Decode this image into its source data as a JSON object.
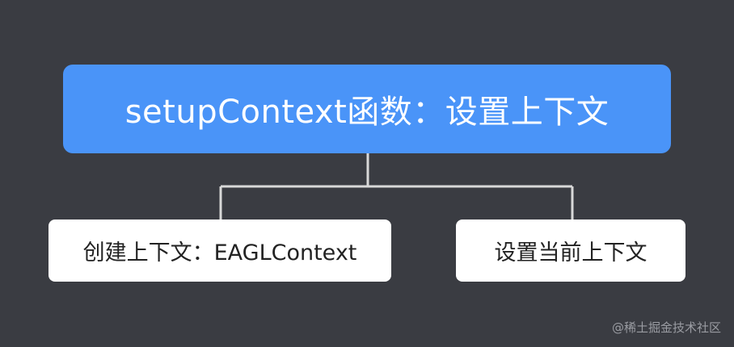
{
  "diagram": {
    "root": {
      "label": "setupContext函数：设置上下文"
    },
    "children": [
      {
        "label": "创建上下文：EAGLContext"
      },
      {
        "label": "设置当前上下文"
      }
    ]
  },
  "watermark": {
    "text": "@稀土掘金技术社区"
  },
  "colors": {
    "background": "#3a3c42",
    "root_fill": "#4a94f8",
    "child_fill": "#ffffff",
    "connector": "#d8d8d8"
  }
}
